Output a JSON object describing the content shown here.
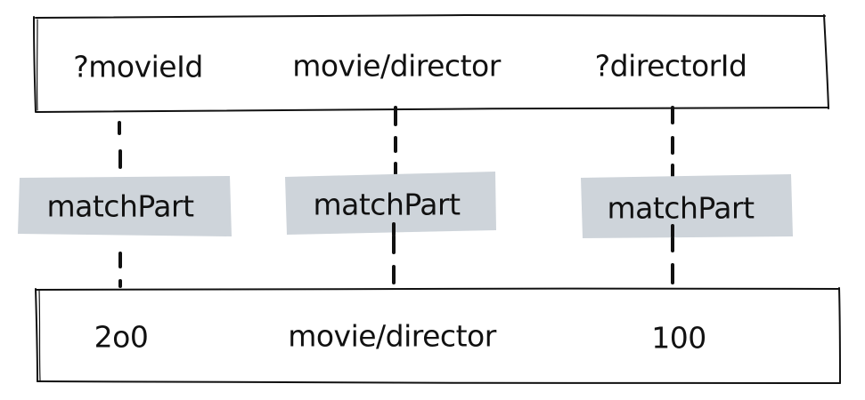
{
  "pattern_row": {
    "cells": [
      "?movieId",
      "movie/director",
      "?directorId"
    ]
  },
  "match_labels": [
    "matchPart",
    "matchPart",
    "matchPart"
  ],
  "datom_row": {
    "cells": [
      "2o0",
      "movie/director",
      "100"
    ]
  },
  "colors": {
    "stroke": "#111111",
    "badge_fill": "#ced4da",
    "background": "#ffffff"
  }
}
